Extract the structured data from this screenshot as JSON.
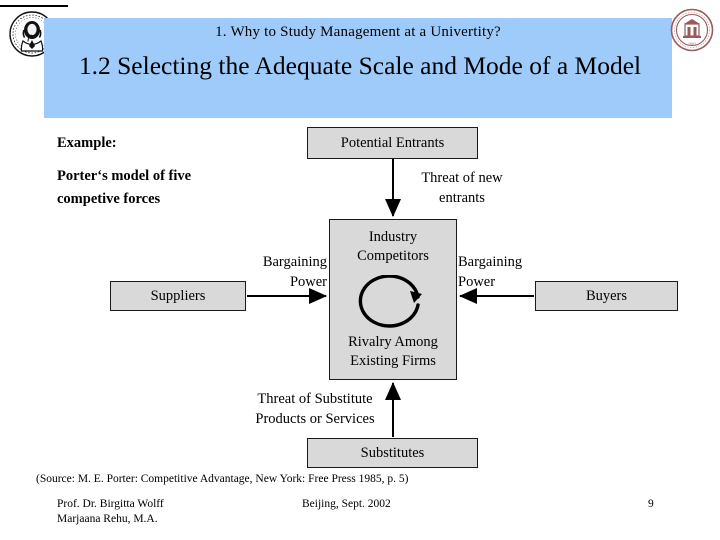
{
  "slide": {
    "subtitle": "1. Why to Study Management at a Univertity?",
    "title": "1.2 Selecting the Adequate Scale and Mode of a Model",
    "band_color": "#9ecbfa",
    "box_fill": "#d9d9d9",
    "box_border": "#1a1a1a"
  },
  "logos": {
    "left_name": "otto-von-guericke-university-seal",
    "right_name": "beijing-normal-university-seal"
  },
  "example": {
    "heading": "Example:",
    "line1": "Porter‘s model of five",
    "line2": "competive forces"
  },
  "diagram": {
    "title": "Porter's model of five competitive forces",
    "boxes": [
      {
        "id": "potential-entrants",
        "label": "Potential Entrants"
      },
      {
        "id": "suppliers",
        "label": "Suppliers"
      },
      {
        "id": "buyers",
        "label": "Buyers"
      },
      {
        "id": "substitutes",
        "label": "Substitutes"
      },
      {
        "id": "industry-competitors",
        "label_top": "Industry Competitors",
        "label_bottom": "Rivalry Among Existing Firms"
      }
    ],
    "center": {
      "top_line1": "Industry",
      "top_line2": "Competitors",
      "bottom_line1": "Rivalry Among",
      "bottom_line2": "Existing Firms",
      "icon": "circular-arrow-icon"
    },
    "labels": {
      "threat_new_entrants_line1": "Threat of new",
      "threat_new_entrants_line2": "entrants",
      "bargaining_power_left_line1": "Bargaining",
      "bargaining_power_left_line2": "Power",
      "bargaining_power_right_line1": "Bargaining",
      "bargaining_power_right_line2": "Power",
      "threat_substitutes_line1": "Threat of Substitute",
      "threat_substitutes_line2": "Products or Services"
    },
    "arrows": [
      {
        "id": "entrants-to-center",
        "direction": "down"
      },
      {
        "id": "suppliers-to-center",
        "direction": "right"
      },
      {
        "id": "buyers-to-center",
        "direction": "left"
      },
      {
        "id": "substitutes-to-center",
        "direction": "up"
      },
      {
        "id": "rivalry-loop",
        "direction": "counterclockwise"
      }
    ]
  },
  "source": "(Source: M. E. Porter: Competitive Advantage, New York: Free Press 1985, p. 5)",
  "footer": {
    "author_line1": "Prof. Dr. Birgitta Wolff",
    "author_line2": "Marjaana Rehu, M.A.",
    "place_date": "Beijing, Sept. 2002",
    "page": "9"
  }
}
